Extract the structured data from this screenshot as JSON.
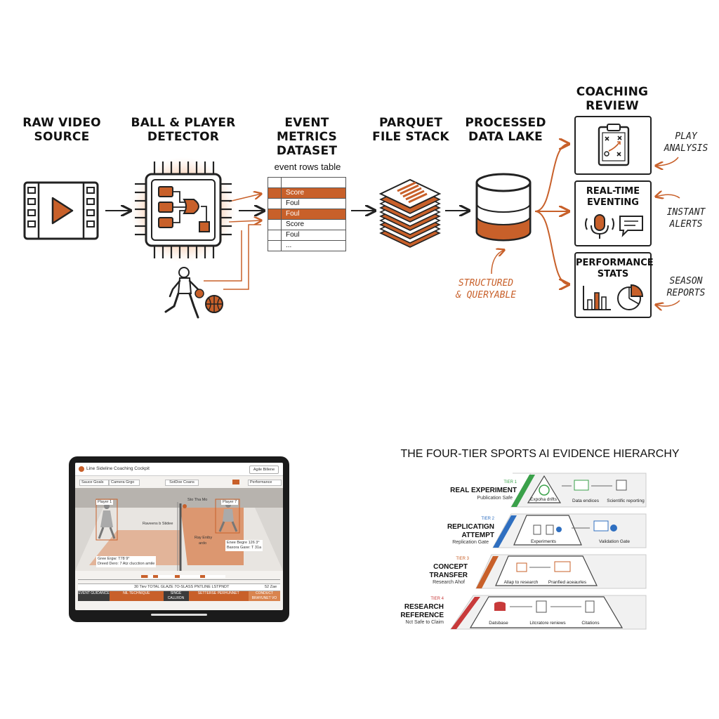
{
  "pipeline": {
    "stages": [
      {
        "title_l1": "RAW VIDEO",
        "title_l2": "SOURCE"
      },
      {
        "title_l1": "BALL & PLAYER",
        "title_l2": "DETECTOR"
      },
      {
        "title_l1": "EVENT METRICS",
        "title_l2": "DATASET"
      },
      {
        "title_l1": "PARQUET",
        "title_l2": "FILE STACK"
      },
      {
        "title_l1": "PROCESSED",
        "title_l2": "DATA LAKE"
      },
      {
        "title_l1": "COACHING",
        "title_l2": "REVIEW"
      }
    ],
    "table_caption": "event rows table",
    "table_rows": [
      "Score",
      "Foul",
      "Foul",
      "Score",
      "Foul",
      "..."
    ],
    "lake_note_l1": "STRUCTURED",
    "lake_note_l2": "& QUERYABLE",
    "outputs": [
      {
        "title_l1": "REAL-TIME",
        "title_l2": "EVENTING",
        "note_l1": "INSTANT",
        "note_l2": "ALERTS"
      },
      {
        "title_l1": "PERFORMANCE",
        "title_l2": "STATS",
        "note_l1": "SEASON",
        "note_l2": "REPORTS"
      }
    ],
    "review_note_l1": "PLAY",
    "review_note_l2": "ANALYSIS",
    "colors": {
      "accent": "#c8602a",
      "ink": "#222222"
    },
    "icons": [
      "film-icon",
      "chip-icon",
      "player-icon",
      "basketball-icon",
      "parquet-stack-icon",
      "database-icon",
      "clipboard-icon",
      "microphone-icon",
      "chat-icon",
      "bar-chart-icon",
      "pie-chart-icon"
    ]
  },
  "tablet": {
    "app_title": "Line Sideline Coaching Cockpit",
    "top_right_button": "Agile Billene",
    "filters": [
      "Sauce Goals",
      "Camera Grgo",
      "SotDoe Coans",
      "Performance"
    ],
    "player_left_label": "Player 1",
    "player_right_label": "Player 7",
    "center_label_1": "Sto Tha Mo",
    "center_label_2": "Raveens b Stidee",
    "center_label_3": "Ray Eniby",
    "center_label_4": "ardo",
    "left_stat_1": "Gree Ergw: T78 9°",
    "left_stat_2": "Dreed Dero: 7 Atz clucction amile",
    "right_stat_1": "Enee Begre 126 3°",
    "right_stat_2": "Baxora Gaxe: T 31a",
    "timeline_title": "30 Tiev TOTAL GLAZE 7O-SLASS PNTLINE LSTPNDT",
    "timeline_right": "52 Zae",
    "event_cells": [
      "EVENT GUIDANCE",
      "NIL TECHNIQUE",
      "SINGE CALLRON",
      "SETTERSE PERHUNNET",
      "CONDUCT BRAYUNET VO"
    ]
  },
  "hierarchy": {
    "title": "THE FOUR-TIER SPORTS AI EVIDENCE HIERARCHY",
    "tiers": [
      {
        "tag": "TIER 1",
        "name_l1": "REAL EXPERIMENT",
        "name_l2": "",
        "sub": "Publication Safe",
        "color": "#3aa14a",
        "items": [
          "Expoha drifts",
          "Data endices",
          "Scientific reporting"
        ]
      },
      {
        "tag": "TIER 2",
        "name_l1": "REPLICATIGN",
        "name_l2": "ATTEMPT",
        "sub": "Replication Gate",
        "color": "#2f6fc0",
        "items": [
          "Experiments",
          "Validation Gate"
        ]
      },
      {
        "tag": "TIER 3",
        "name_l1": "CONCEPT",
        "name_l2": "TRANSFER",
        "sub": "Research Ahof",
        "color": "#c8602a",
        "items": [
          "Allap to research",
          "Pranfied aceaurles"
        ]
      },
      {
        "tag": "TIER 4",
        "name_l1": "RESEARCH",
        "name_l2": "REFERENCE",
        "sub": "Nct Safe to Claim",
        "color": "#c83a3a",
        "items": [
          "Datsbase",
          "Litcratore reniews",
          "Citations"
        ]
      }
    ]
  }
}
